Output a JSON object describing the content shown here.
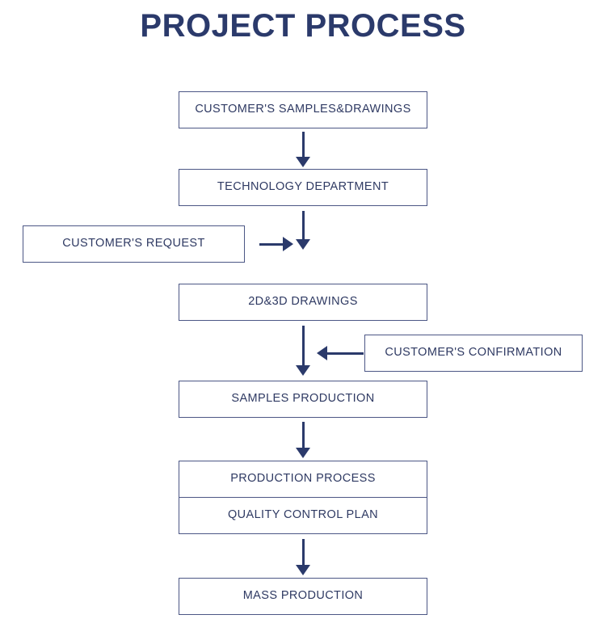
{
  "title": "PROJECT PROCESS",
  "theme": {
    "accent": "#2b3a6b",
    "border": "#4c5785",
    "text": "#2f3a63",
    "background": "#ffffff"
  },
  "flowchart": {
    "type": "flowchart",
    "orientation": "top-to-bottom",
    "nodes": [
      {
        "id": "samples-drawings",
        "label": "CUSTOMER'S SAMPLES&DRAWINGS",
        "column": "main"
      },
      {
        "id": "technology",
        "label": "TECHNOLOGY DEPARTMENT",
        "column": "main"
      },
      {
        "id": "request",
        "label": "CUSTOMER'S REQUEST",
        "column": "left"
      },
      {
        "id": "drawings-2d-3d",
        "label": "2D&3D DRAWINGS",
        "column": "main"
      },
      {
        "id": "confirmation",
        "label": "CUSTOMER'S CONFIRMATION",
        "column": "right"
      },
      {
        "id": "samples-prod",
        "label": "SAMPLES PRODUCTION",
        "column": "main"
      },
      {
        "id": "production",
        "label": "PRODUCTION PROCESS",
        "column": "main"
      },
      {
        "id": "quality",
        "label": "QUALITY CONTROL PLAN",
        "column": "main"
      },
      {
        "id": "mass",
        "label": "MASS PRODUCTION",
        "column": "main"
      }
    ],
    "edges": [
      {
        "from": "samples-drawings",
        "to": "technology",
        "direction": "down"
      },
      {
        "from": "technology",
        "to": "drawings-2d-3d",
        "direction": "down"
      },
      {
        "from": "request",
        "to": "technology-flow",
        "direction": "right"
      },
      {
        "from": "drawings-2d-3d",
        "to": "samples-prod",
        "direction": "down"
      },
      {
        "from": "confirmation",
        "to": "drawings-flow",
        "direction": "left"
      },
      {
        "from": "samples-prod",
        "to": "production",
        "direction": "down"
      },
      {
        "from": "quality",
        "to": "mass",
        "direction": "down"
      }
    ]
  }
}
